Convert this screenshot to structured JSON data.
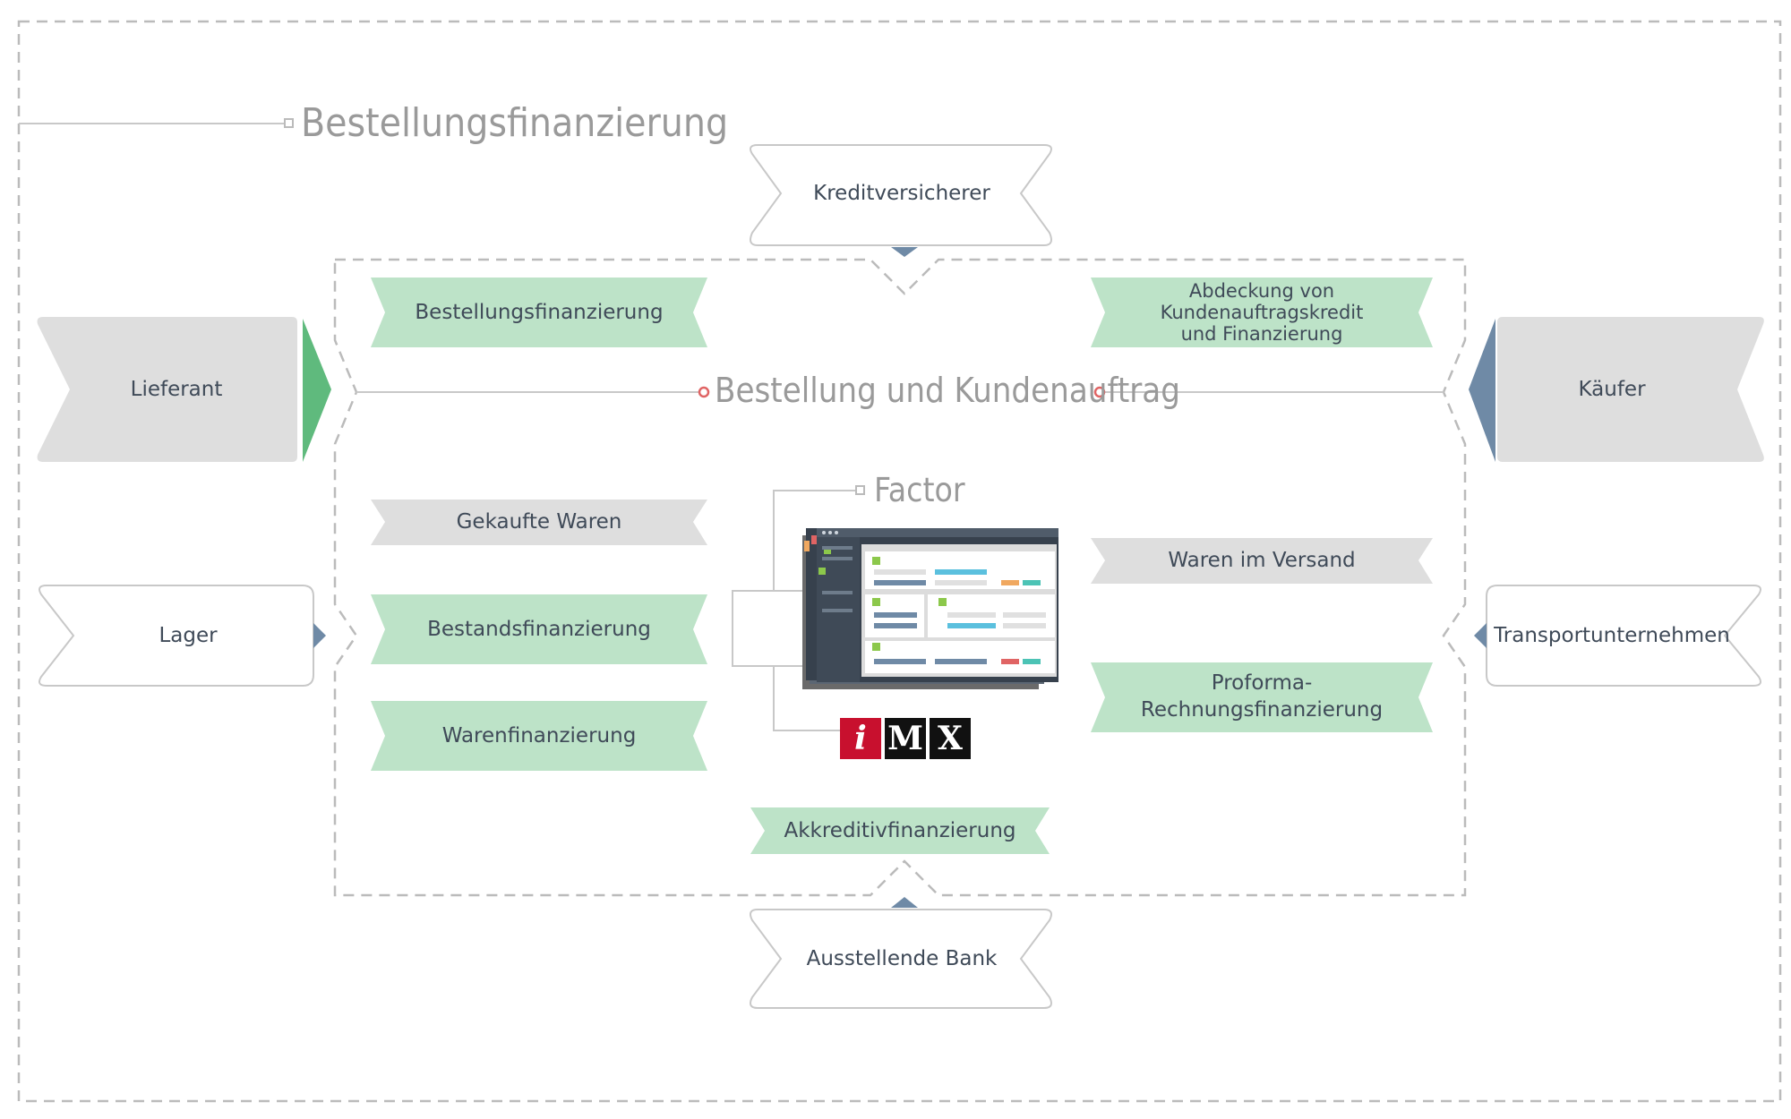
{
  "diagram": {
    "title": "Bestellungsfinanzierung",
    "center_title": "Bestellung und Kundenauftrag",
    "factor_label": "Factor",
    "parties": {
      "supplier": "Lieferant",
      "warehouse": "Lager",
      "buyer": "Käufer",
      "carrier": "Transportunternehmen",
      "credit_insurer": "Kreditversicherer",
      "issuing_bank": "Ausstellende Bank"
    },
    "financing": {
      "po_financing": "Bestellungsfinanzierung",
      "coverage_line1": "Abdeckung von",
      "coverage_line2": "Kundenauftragskredit",
      "coverage_line3": "und Finanzierung",
      "purchased_goods": "Gekaufte Waren",
      "inventory_financing": "Bestandsfinanzierung",
      "goods_financing": "Warenfinanzierung",
      "goods_in_transit": "Waren im Versand",
      "proforma_line1": "Proforma-",
      "proforma_line2": "Rechnungsfinanzierung",
      "lc_financing": "Akkreditivfinanzierung"
    },
    "logo": {
      "letters": [
        "i",
        "M",
        "X"
      ],
      "colors": [
        "#c8102e",
        "#111111",
        "#111111"
      ]
    },
    "colors": {
      "green_ribbon": "#bde3c8",
      "gray_ribbon": "#dedede",
      "supplier_arrow": "#5fba7d",
      "buyer_arrow": "#6f8aa6",
      "outline": "#c8c8c8",
      "dashed": "#bbbbbb",
      "text": "#3f4a58",
      "title": "#9a9a9a",
      "dot": "#e06464"
    }
  }
}
